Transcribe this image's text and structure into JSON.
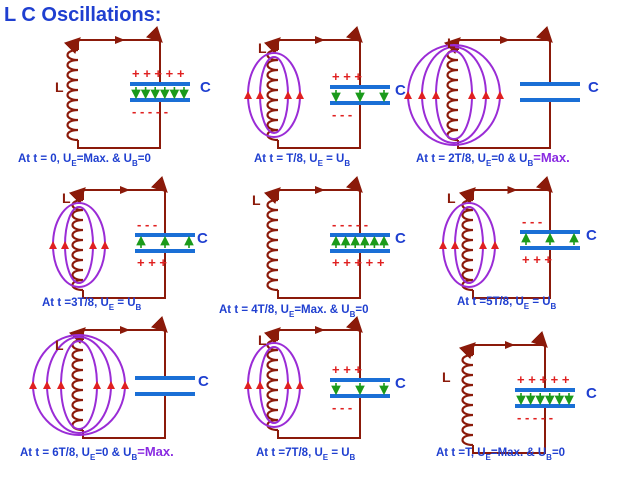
{
  "title": "L C Oscillations:",
  "colors": {
    "blue": "#1f3fd0",
    "wire": "#8b1a0a",
    "coil": "#8b1a0a",
    "field": "#9a2cd6",
    "arrow": "#e02020",
    "plus": "#e02020",
    "minus": "#e02020",
    "efield": "#1a9a1a",
    "plate": "#1a6fd6",
    "purple": "#8a2be2"
  },
  "labels": {
    "L": "L",
    "C": "C"
  },
  "panels": [
    {
      "id": "t0",
      "caption": {
        "pre": "At t = 0, U",
        "sub1": "E",
        "mid": "=Max. & U",
        "sub2": "B",
        "post": "=0"
      }
    },
    {
      "id": "t1",
      "caption": {
        "pre": "At t = T/8, U",
        "sub1": "E",
        "mid": " = U",
        "sub2": "B",
        "post": ""
      }
    },
    {
      "id": "t2",
      "caption": {
        "pre": "At t = 2T/8, U",
        "sub1": "E",
        "mid": "=0 & U",
        "sub2": "B",
        "post": "=Max."
      }
    },
    {
      "id": "t3",
      "caption": {
        "pre": "At t =3T/8, U",
        "sub1": "E",
        "mid": " =  U",
        "sub2": "B",
        "post": ""
      }
    },
    {
      "id": "t4",
      "caption": {
        "pre": "At t = 4T/8, U",
        "sub1": "E",
        "mid": "=Max. & U",
        "sub2": "B",
        "post": "=0"
      }
    },
    {
      "id": "t5",
      "caption": {
        "pre": "At t =5T/8, U",
        "sub1": "E",
        "mid": " =  U",
        "sub2": "B",
        "post": ""
      }
    },
    {
      "id": "t6",
      "caption": {
        "pre": "At t = 6T/8, U",
        "sub1": "E",
        "mid": "=0 & U",
        "sub2": "B",
        "post": "=Max."
      }
    },
    {
      "id": "t7",
      "caption": {
        "pre": "At t =7T/8, U",
        "sub1": "E",
        "mid": " =  U",
        "sub2": "B",
        "post": ""
      }
    },
    {
      "id": "t8",
      "caption": {
        "pre": "At t =T, U",
        "sub1": "E",
        "mid": "=Max. & U",
        "sub2": "B",
        "post": "=0"
      }
    }
  ],
  "charges": {
    "plus5": "+ + + + +",
    "minus5": "- -  - - -",
    "plus3": "+    +    +",
    "minus3": "-    -    -"
  }
}
